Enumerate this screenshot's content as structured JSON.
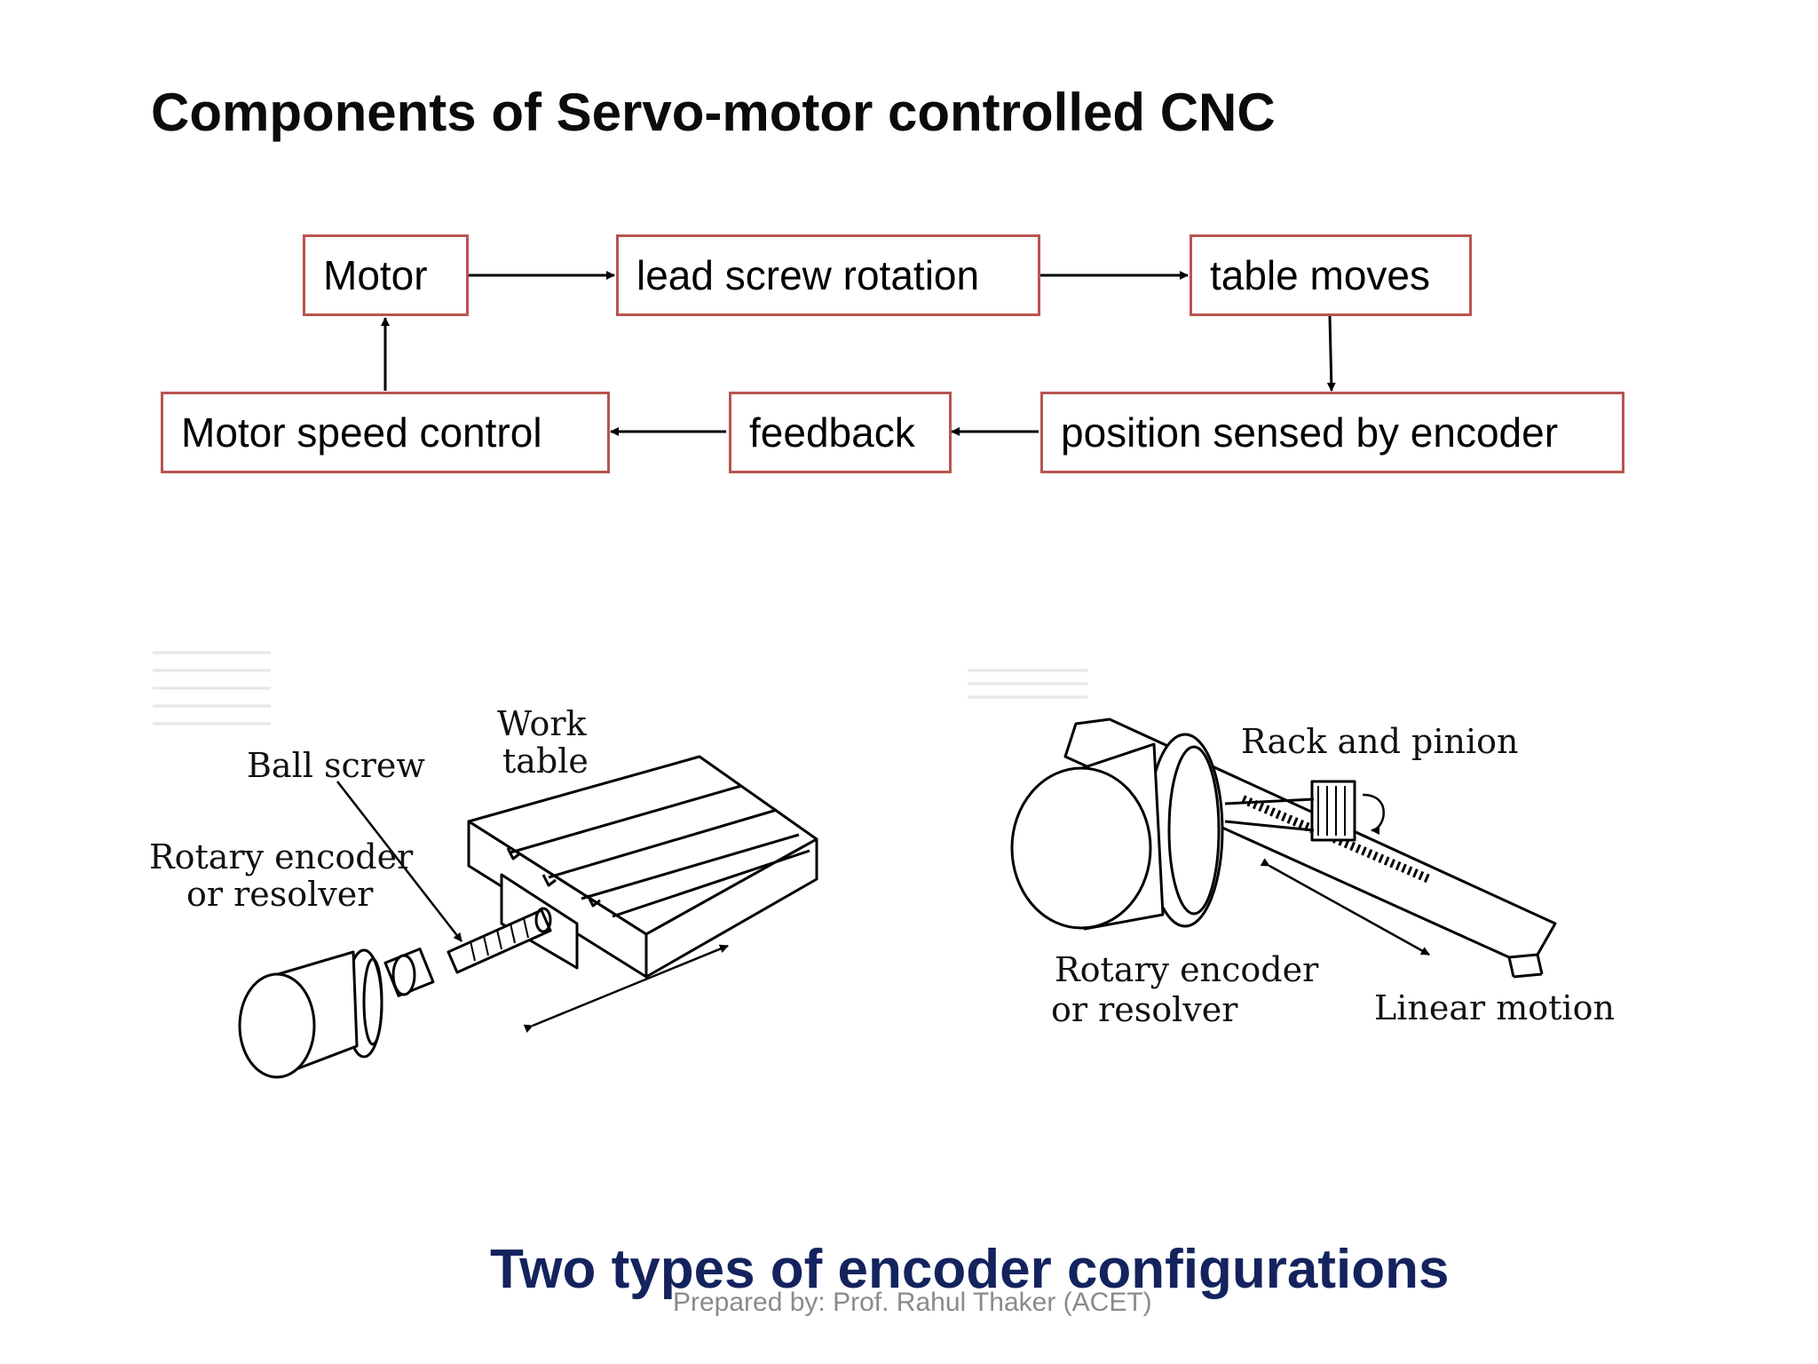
{
  "slide": {
    "title": "Components of Servo-motor controlled CNC",
    "caption": "Two types of encoder configurations",
    "credit": "Prepared by: Prof. Rahul Thaker (ACET)"
  },
  "flow": {
    "box_border_color": "#b85450",
    "nodes": [
      {
        "id": "motor",
        "label": "Motor"
      },
      {
        "id": "lead_screw",
        "label": "lead screw rotation"
      },
      {
        "id": "table",
        "label": "table moves"
      },
      {
        "id": "encoder",
        "label": "position sensed by encoder"
      },
      {
        "id": "feedback",
        "label": "feedback"
      },
      {
        "id": "speed_control",
        "label": "Motor speed control"
      }
    ],
    "edges": [
      [
        "motor",
        "lead_screw"
      ],
      [
        "lead_screw",
        "table"
      ],
      [
        "table",
        "encoder"
      ],
      [
        "encoder",
        "feedback"
      ],
      [
        "feedback",
        "speed_control"
      ],
      [
        "speed_control",
        "motor"
      ]
    ]
  },
  "figures": {
    "left": {
      "labels": {
        "work_table": [
          "Work",
          "table"
        ],
        "ball_screw": "Ball screw",
        "encoder": [
          "Rotary encoder",
          "or resolver"
        ]
      }
    },
    "right": {
      "labels": {
        "rack": "Rack and pinion",
        "encoder": [
          "Rotary encoder",
          "or resolver"
        ],
        "motion": "Linear motion"
      }
    }
  },
  "colors": {
    "caption": "#14235e",
    "credit": "#8a8a8a"
  }
}
